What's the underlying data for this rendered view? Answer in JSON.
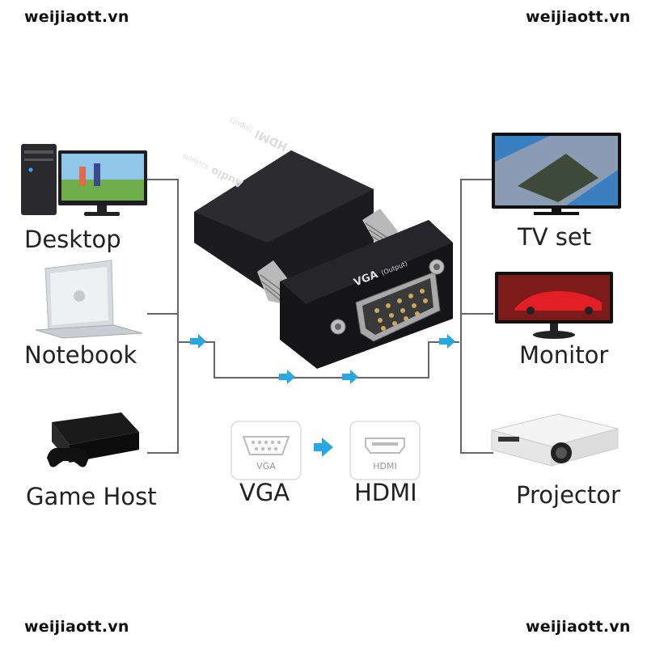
{
  "watermark": {
    "top_left": "weijiaott.vn",
    "top_right": "weijiaott.vn",
    "bottom_left": "weijiaott.vn",
    "bottom_right": "weijiaott.vn"
  },
  "sources": [
    {
      "label": "Desktop",
      "icon": "desktop-computer-icon"
    },
    {
      "label": "Notebook",
      "icon": "laptop-icon"
    },
    {
      "label": "Game Host",
      "icon": "game-console-icon"
    }
  ],
  "outputs": [
    {
      "label": "TV set",
      "icon": "tv-icon"
    },
    {
      "label": "Monitor",
      "icon": "monitor-icon"
    },
    {
      "label": "Projector",
      "icon": "projector-icon"
    }
  ],
  "adapter": {
    "hdmi_port_label": "HDMI",
    "hdmi_port_sub": "(Input)",
    "audio_label": "Audio",
    "audio_sub": "(Output)",
    "vga_port_label": "VGA",
    "vga_port_sub": "(Output)"
  },
  "conversion": {
    "from_icon_text": "VGA",
    "to_icon_text": "HDMI",
    "from_label": "VGA",
    "to_label": "HDMI"
  },
  "colors": {
    "arrow": "#2aa7e0",
    "line": "#666666",
    "adapter_body": "#1c1c1e"
  }
}
